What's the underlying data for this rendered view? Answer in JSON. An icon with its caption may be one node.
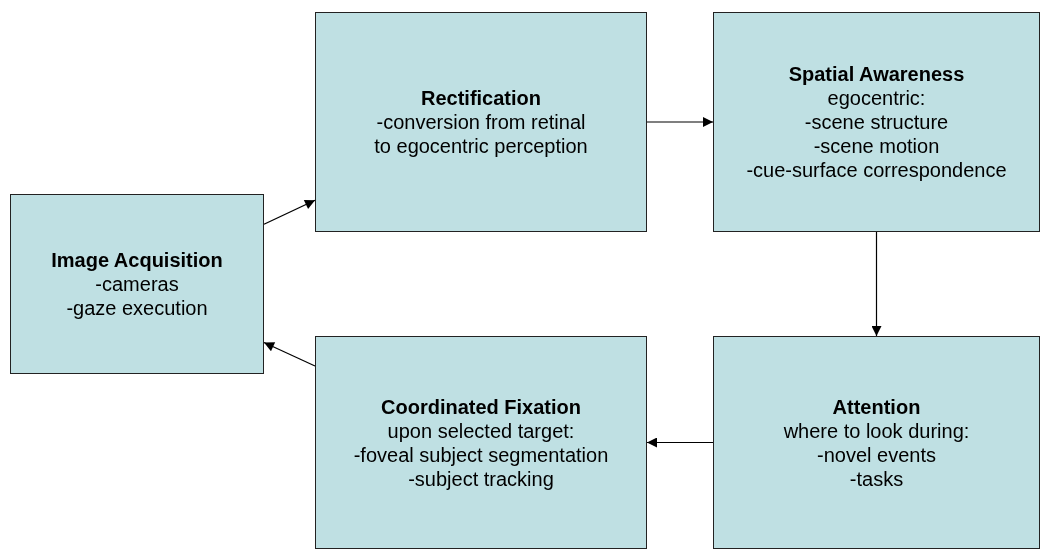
{
  "diagram": {
    "nodes": [
      {
        "text": [
          "Image Acquisition",
          "-cameras",
          "-gaze execution"
        ]
      },
      {
        "text": [
          "Rectification",
          "-conversion from retinal to egocentric perception"
        ]
      },
      {
        "text": [
          "Spatial Awareness",
          "egocentric:",
          "-scene structure",
          "-scene motion",
          "-cue-surface correspondence"
        ]
      },
      {
        "text": [
          "Attention",
          "where to look during:",
          "-novel events",
          "-tasks"
        ]
      },
      {
        "text": [
          "Coordinated Fixation",
          "upon selected target:",
          "-foveal subject segmentation",
          "-subject tracking"
        ]
      }
    ],
    "edges": [
      {
        "from": 0,
        "to": 1,
        "arrow": "to"
      },
      {
        "from": 1,
        "to": 2,
        "arrow": "to"
      },
      {
        "from": 2,
        "to": 3,
        "arrow": "to"
      },
      {
        "from": 3,
        "to": 4,
        "arrow": "to"
      },
      {
        "from": 4,
        "to": 0,
        "arrow": "to"
      }
    ]
  }
}
